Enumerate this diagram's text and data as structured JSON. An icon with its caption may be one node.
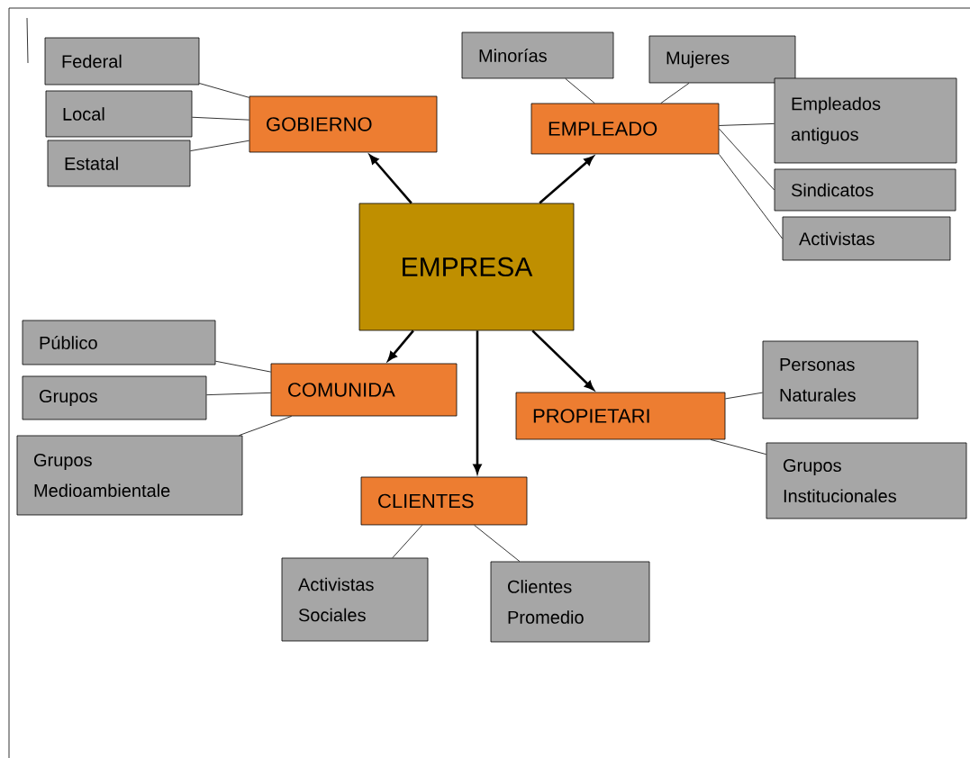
{
  "diagram": {
    "nodes": [
      {
        "text": [
          "EMPRESA"
        ]
      },
      {
        "text": [
          "GOBIERNO"
        ]
      },
      {
        "text": [
          "EMPLEADO"
        ]
      },
      {
        "text": [
          "COMUNIDA"
        ]
      },
      {
        "text": [
          "PROPIETARI"
        ]
      },
      {
        "text": [
          "CLIENTES"
        ]
      },
      {
        "text": [
          "Federal"
        ]
      },
      {
        "text": [
          "Local"
        ]
      },
      {
        "text": [
          "Estatal"
        ]
      },
      {
        "text": [
          "Minorías"
        ]
      },
      {
        "text": [
          "Mujeres"
        ]
      },
      {
        "text": [
          "Empleados antiguos"
        ]
      },
      {
        "text": [
          "Sindicatos"
        ]
      },
      {
        "text": [
          "Activistas"
        ]
      },
      {
        "text": [
          "Público"
        ]
      },
      {
        "text": [
          "Grupos"
        ]
      },
      {
        "text": [
          "Grupos Medioambientale"
        ]
      },
      {
        "text": [
          "Personas Naturales"
        ]
      },
      {
        "text": [
          "Grupos Institucionales"
        ]
      },
      {
        "text": [
          "Activistas Sociales"
        ]
      },
      {
        "text": [
          "Clientes Promedio"
        ]
      }
    ],
    "edges": [
      {
        "from": 0,
        "to": 1,
        "arrow": "to",
        "style": "thick"
      },
      {
        "from": 0,
        "to": 2,
        "arrow": "to",
        "style": "thick"
      },
      {
        "from": 0,
        "to": 3,
        "arrow": "to",
        "style": "thick"
      },
      {
        "from": 0,
        "to": 4,
        "arrow": "to",
        "style": "thick"
      },
      {
        "from": 0,
        "to": 5,
        "arrow": "to",
        "style": "thick"
      },
      {
        "from": 6,
        "to": 1,
        "arrow": "none"
      },
      {
        "from": 7,
        "to": 1,
        "arrow": "none"
      },
      {
        "from": 8,
        "to": 1,
        "arrow": "none"
      },
      {
        "from": 9,
        "to": 2,
        "arrow": "none"
      },
      {
        "from": 10,
        "to": 2,
        "arrow": "none"
      },
      {
        "from": 11,
        "to": 2,
        "arrow": "none"
      },
      {
        "from": 12,
        "to": 2,
        "arrow": "none"
      },
      {
        "from": 13,
        "to": 2,
        "arrow": "none"
      },
      {
        "from": 14,
        "to": 3,
        "arrow": "none"
      },
      {
        "from": 15,
        "to": 3,
        "arrow": "none"
      },
      {
        "from": 16,
        "to": 3,
        "arrow": "none"
      },
      {
        "from": 4,
        "to": 17,
        "arrow": "none"
      },
      {
        "from": 4,
        "to": 18,
        "arrow": "none"
      },
      {
        "from": 5,
        "to": 19,
        "arrow": "none"
      },
      {
        "from": 5,
        "to": 20,
        "arrow": "none"
      }
    ]
  }
}
